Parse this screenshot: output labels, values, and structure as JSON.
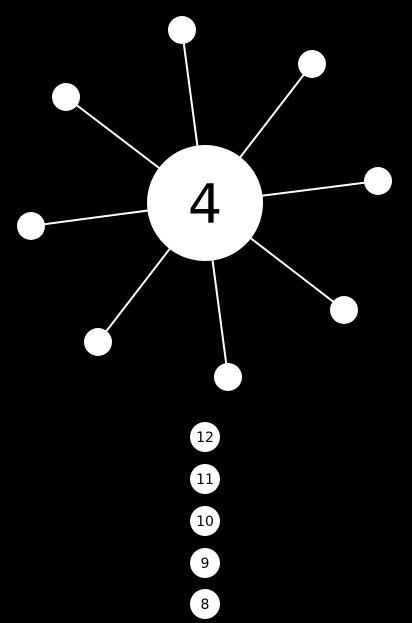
{
  "colors": {
    "background": "#000000",
    "foreground": "#ffffff",
    "text": "#000000"
  },
  "game": {
    "level": "4",
    "pins_on_wheel": 8,
    "queue": [
      {
        "label": "12"
      },
      {
        "label": "11"
      },
      {
        "label": "10"
      },
      {
        "label": "9"
      },
      {
        "label": "8"
      }
    ]
  }
}
